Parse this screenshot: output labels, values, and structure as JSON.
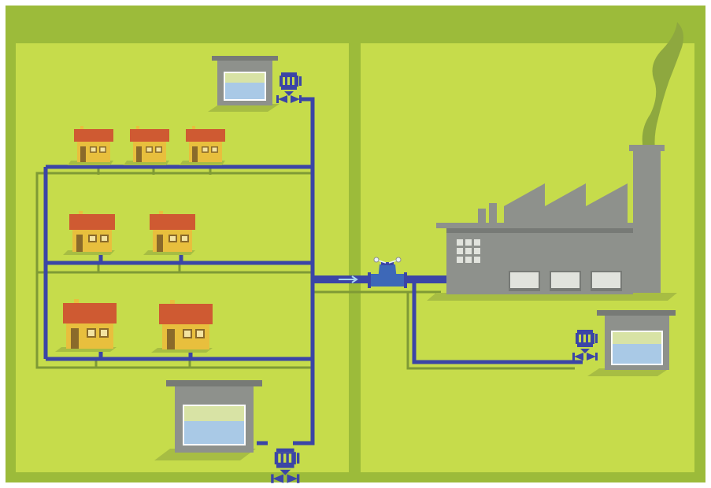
{
  "colors": {
    "frame": "#9cbb3a",
    "panel": "#c6dc4b",
    "pipe_blue": "#3b45a6",
    "pipe_green": "#7f9a35",
    "house_wall": "#e8bf3d",
    "house_roof": "#cf5a32",
    "house_door": "#8a6a2a",
    "building_gray": "#8e918c",
    "building_dark": "#777a76",
    "tank_water": "#a9c9e6",
    "tank_sludge": "#d8e3a5",
    "shadow": "#a7bd43",
    "smoke": "#8ea83f",
    "valve_blue": "#3d68b8",
    "flow_arrow": "#a8d4f0"
  },
  "diagram": {
    "zones": [
      "residential-zone",
      "industrial-zone"
    ],
    "houses": {
      "row_1": 3,
      "row_2": 2,
      "row_3": 2
    },
    "tanks": [
      "top-residential-tank",
      "bottom-residential-tank",
      "industrial-tank"
    ],
    "meters": [
      "top-tank-meter",
      "bottom-tank-meter",
      "industrial-tank-meter"
    ],
    "main_valve": "main-valve-icon",
    "flow_direction": "right",
    "factory": {
      "windows_large": 3,
      "window_grid": "3x3",
      "chimneys": 1,
      "roof_sawtooth": 3
    }
  }
}
